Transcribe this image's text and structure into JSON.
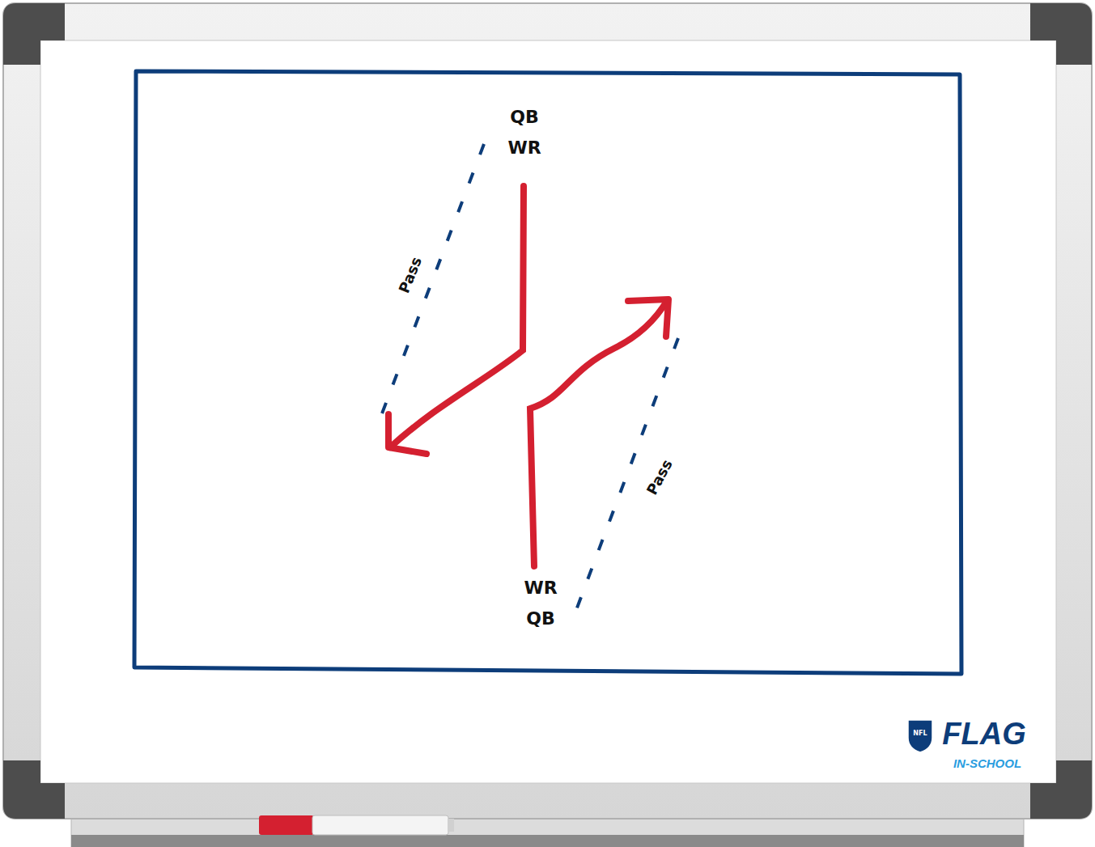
{
  "diagram": {
    "labels": [
      "QB",
      "WR",
      "Pass",
      "Pass",
      "WR",
      "QB",
      "NFL",
      "FLAG",
      "IN-SCHOOL"
    ]
  }
}
